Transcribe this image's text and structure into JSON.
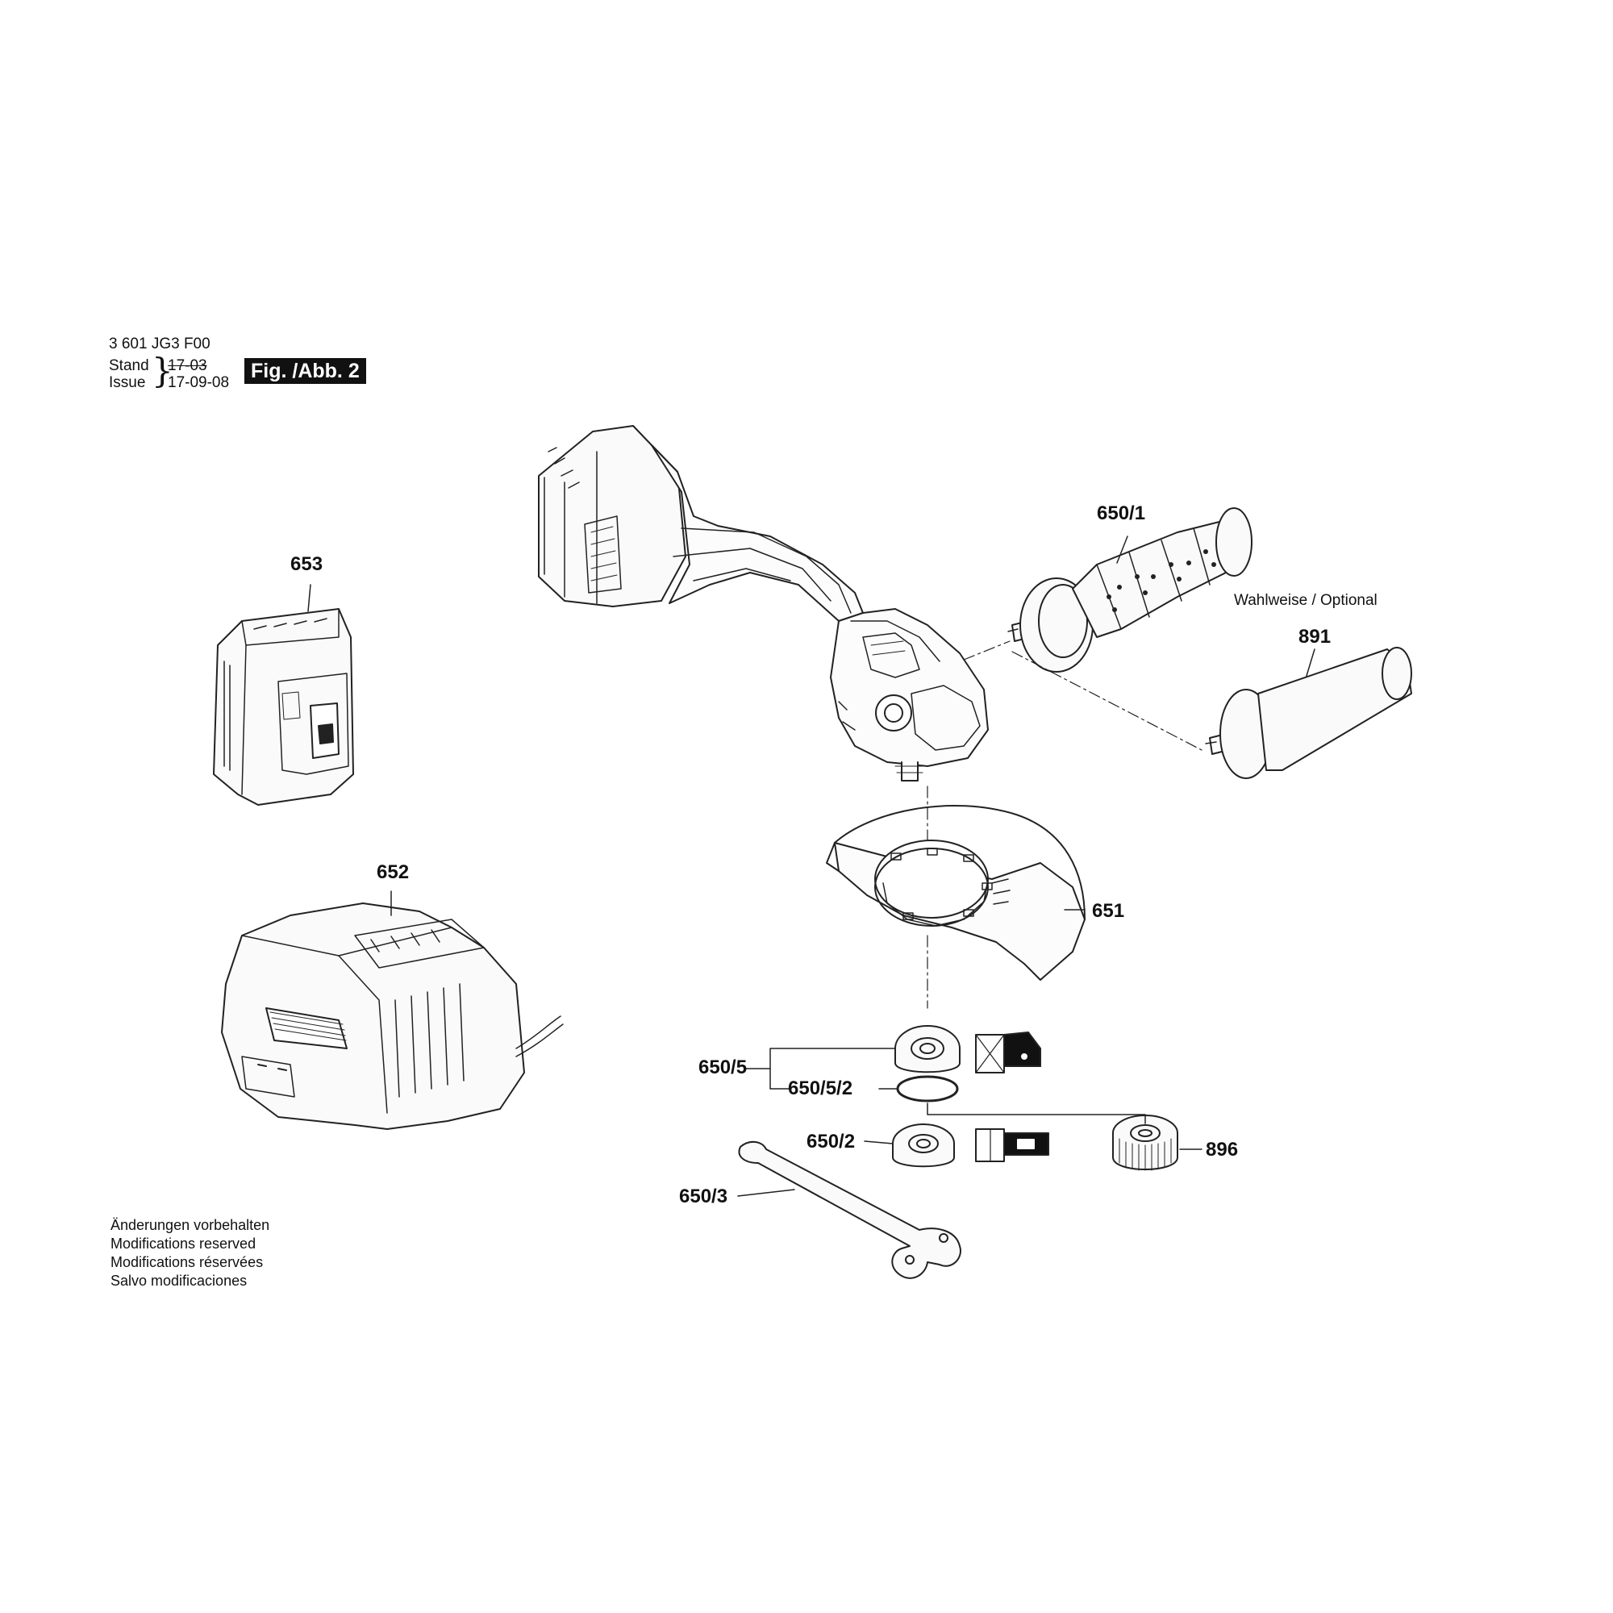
{
  "header": {
    "model_number": "3 601 JG3 F00",
    "stand_label": "Stand",
    "issue_label": "Issue",
    "stand_date_struck": "17-03",
    "issue_date": "17-09-08",
    "figure_label": "Fig. /Abb. 2"
  },
  "parts": {
    "p653": "653",
    "p652": "652",
    "p650_1": "650/1",
    "p891": "891",
    "p651": "651",
    "p650_5": "650/5",
    "p650_5_2": "650/5/2",
    "p650_2": "650/2",
    "p896": "896",
    "p650_3": "650/3"
  },
  "notes": {
    "optional": "Wahlweise / Optional"
  },
  "footer": {
    "lines": [
      "Änderungen vorbehalten",
      "Modifications reserved",
      "Modifications réservées",
      "Salvo modificaciones"
    ]
  }
}
